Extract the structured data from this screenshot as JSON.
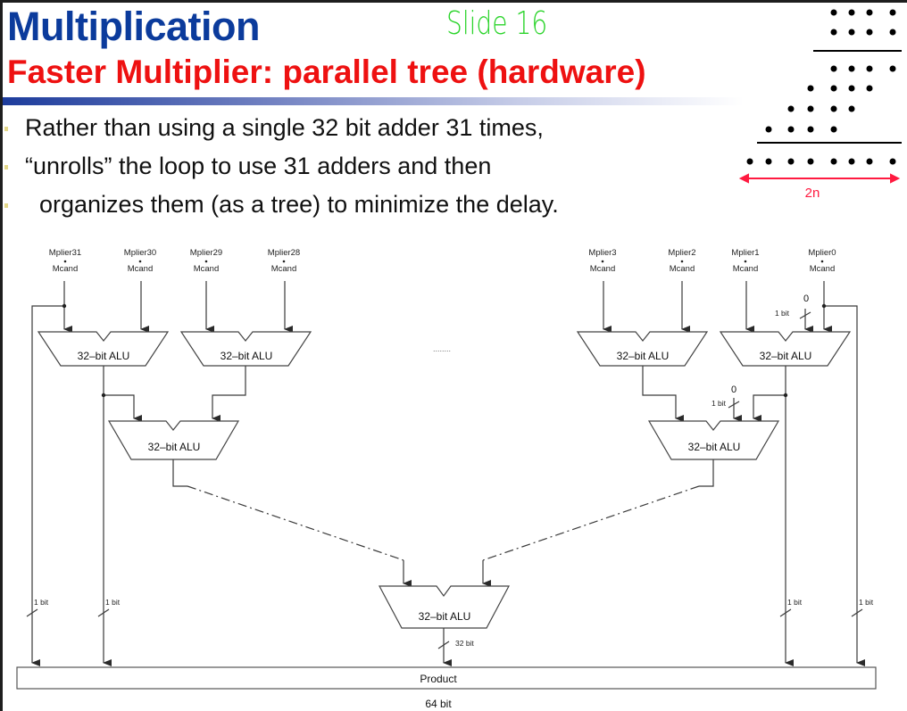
{
  "slide": {
    "title": "Multiplication",
    "subtitle": "Faster Multiplier: parallel tree (hardware)",
    "handwritten_note": "Slide 16",
    "bullets": [
      "Rather than using a single 32 bit adder 31 times,",
      "“unrolls” the loop to use 31 adders and then",
      "organizes them (as a tree) to minimize the delay."
    ]
  },
  "dot_figure": {
    "width_label": "2n",
    "arrow_color": "#ff1a40"
  },
  "diagram": {
    "inputs": [
      {
        "top": "Mplier31",
        "bottom": "Mcand"
      },
      {
        "top": "Mplier30",
        "bottom": "Mcand"
      },
      {
        "top": "Mplier29",
        "bottom": "Mcand"
      },
      {
        "top": "Mplier28",
        "bottom": "Mcand"
      },
      {
        "top": "Mplier3",
        "bottom": "Mcand"
      },
      {
        "top": "Mplier2",
        "bottom": "Mcand"
      },
      {
        "top": "Mplier1",
        "bottom": "Mcand"
      },
      {
        "top": "Mplier0",
        "bottom": "Mcand"
      }
    ],
    "alu_label": "32–bit ALU",
    "ellipsis": "........",
    "zero_label": "0",
    "one_bit_label": "1 bit",
    "thirty_two_bit_label": "32 bit",
    "product_label": "Product",
    "product_width_label": "64 bit"
  },
  "colors": {
    "title": "#0b3b9c",
    "subtitle": "#ee1111",
    "handwritten": "#2bd42b",
    "diagram_lines": "#3a3a3a"
  }
}
